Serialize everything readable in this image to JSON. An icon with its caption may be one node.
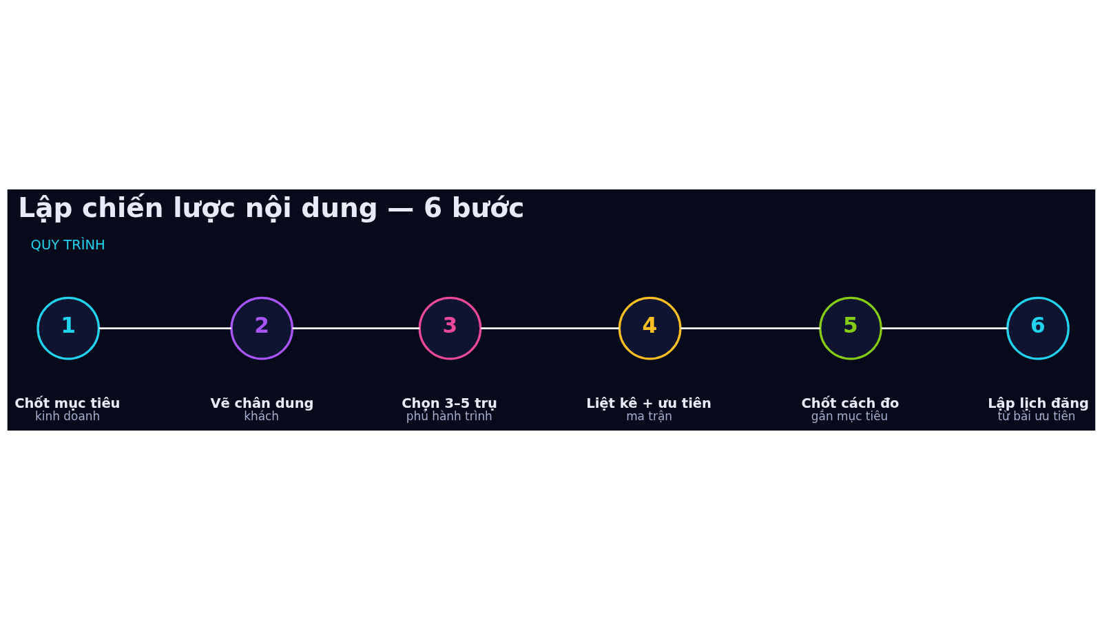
{
  "diagram": {
    "title": "Lập chiến lược nội dung — 6 bước",
    "nodes": [
      {
        "text": [
          "1"
        ],
        "beside": [
          "Chốt mục tiêu",
          "kinh doanh"
        ]
      },
      {
        "text": [
          "2"
        ],
        "beside": [
          "Vẽ chân dung",
          "khách"
        ]
      },
      {
        "text": [
          "3"
        ],
        "beside": [
          "Chọn 3–5 trụ",
          "phủ hành trình"
        ]
      },
      {
        "text": [
          "4"
        ],
        "beside": [
          "Liệt kê + ưu tiên",
          "ma trận"
        ]
      },
      {
        "text": [
          "5"
        ],
        "beside": [
          "Chốt cách đo",
          "gắn mục tiêu"
        ]
      },
      {
        "text": [
          "6"
        ],
        "beside": [
          "Lập lịch đăng",
          "từ bài ưu tiên"
        ]
      }
    ],
    "edges": [
      {
        "from": 0,
        "to": 1,
        "arrow": "none"
      },
      {
        "from": 1,
        "to": 2,
        "arrow": "none"
      },
      {
        "from": 2,
        "to": 3,
        "arrow": "none"
      },
      {
        "from": 3,
        "to": 4,
        "arrow": "none"
      },
      {
        "from": 4,
        "to": 5,
        "arrow": "none"
      }
    ],
    "labels": [
      "QUY TRÌNH"
    ]
  }
}
